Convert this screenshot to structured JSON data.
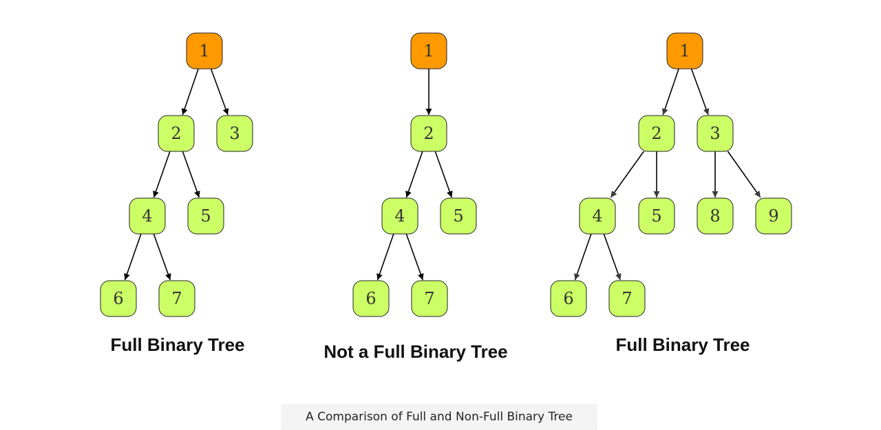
{
  "colors": {
    "root_fill": "#FF9900",
    "node_fill": "#CCFF66",
    "node_stroke": "#222222",
    "arrow_solid": "#000000",
    "arrow_gray": "#3a3a3a"
  },
  "trees": [
    {
      "caption": "Full Binary Tree",
      "nodes": [
        {
          "id": "1",
          "label": "1",
          "root": true
        },
        {
          "id": "2",
          "label": "2"
        },
        {
          "id": "3",
          "label": "3"
        },
        {
          "id": "4",
          "label": "4"
        },
        {
          "id": "5",
          "label": "5"
        },
        {
          "id": "6",
          "label": "6"
        },
        {
          "id": "7",
          "label": "7"
        }
      ],
      "edges": [
        [
          "1",
          "2"
        ],
        [
          "1",
          "3"
        ],
        [
          "2",
          "4"
        ],
        [
          "2",
          "5"
        ],
        [
          "4",
          "6"
        ],
        [
          "4",
          "7"
        ]
      ]
    },
    {
      "caption": "Not a Full Binary Tree",
      "nodes": [
        {
          "id": "1",
          "label": "1",
          "root": true
        },
        {
          "id": "2",
          "label": "2"
        },
        {
          "id": "4",
          "label": "4"
        },
        {
          "id": "5",
          "label": "5"
        },
        {
          "id": "6",
          "label": "6"
        },
        {
          "id": "7",
          "label": "7"
        }
      ],
      "edges": [
        [
          "1",
          "2"
        ],
        [
          "2",
          "4"
        ],
        [
          "2",
          "5"
        ],
        [
          "4",
          "6"
        ],
        [
          "4",
          "7"
        ]
      ]
    },
    {
      "caption": "Full Binary Tree",
      "nodes": [
        {
          "id": "1",
          "label": "1",
          "root": true
        },
        {
          "id": "2",
          "label": "2"
        },
        {
          "id": "3",
          "label": "3"
        },
        {
          "id": "4",
          "label": "4"
        },
        {
          "id": "5",
          "label": "5"
        },
        {
          "id": "8",
          "label": "8"
        },
        {
          "id": "9",
          "label": "9"
        },
        {
          "id": "6",
          "label": "6"
        },
        {
          "id": "7",
          "label": "7"
        }
      ],
      "edges": [
        [
          "1",
          "2"
        ],
        [
          "1",
          "3"
        ],
        [
          "2",
          "4"
        ],
        [
          "2",
          "5"
        ],
        [
          "3",
          "8"
        ],
        [
          "3",
          "9"
        ],
        [
          "4",
          "6"
        ],
        [
          "4",
          "7"
        ]
      ]
    }
  ],
  "figure_caption": "A Comparison of Full and Non-Full Binary Tree"
}
